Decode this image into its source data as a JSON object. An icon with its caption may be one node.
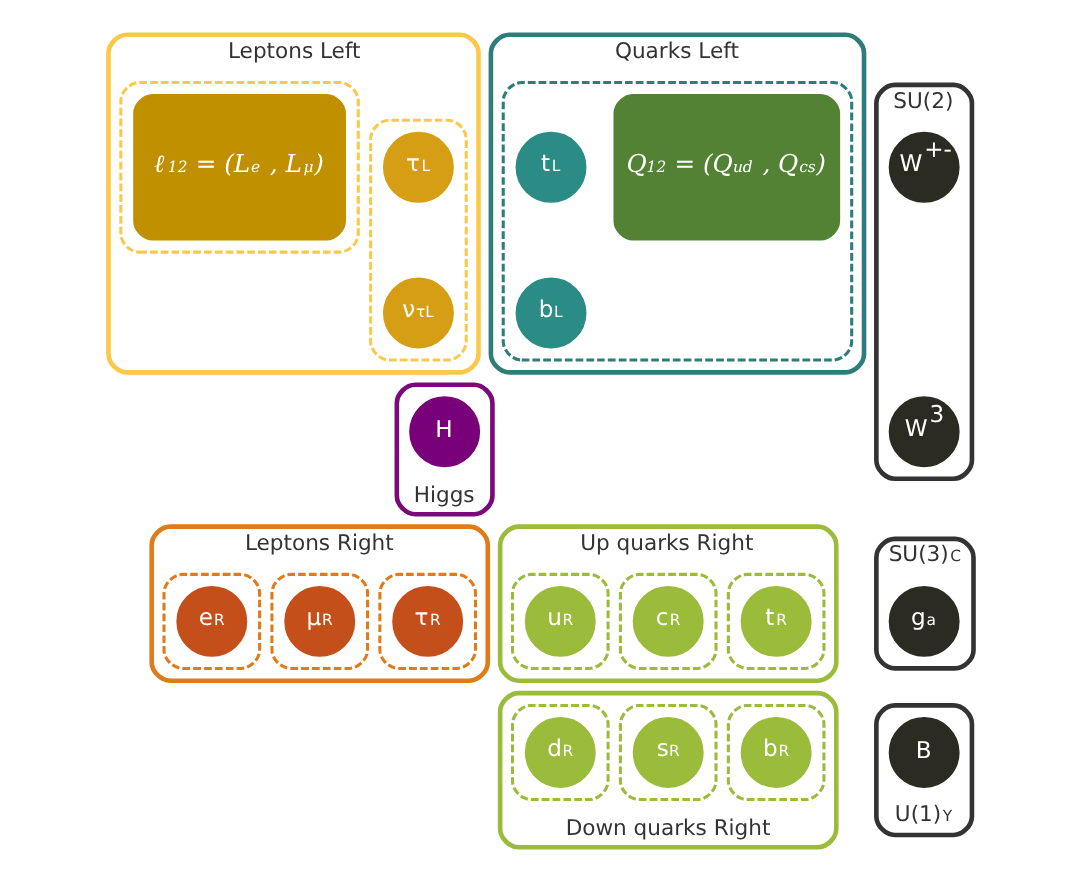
{
  "diagram": {
    "nodes": [
      {
        "text": [
          "Leptons Left"
        ]
      },
      {
        "text": [],
        "shape": "box",
        "in": 0
      },
      {
        "text": [
          "τ$_{L}$"
        ],
        "in": 1
      },
      {
        "text": [
          "ν$_{τL}$"
        ],
        "in": 1
      },
      {
        "text": [],
        "shape": "box",
        "in": 0
      },
      {
        "text": [
          "ℓ$_{12}$ = (L$_{e}$ , L$_{μ}$)"
        ],
        "in": 4
      },
      {
        "text": [
          "Quarks Left"
        ]
      },
      {
        "text": [],
        "shape": "box",
        "in": 6
      },
      {
        "text": [
          "t$_{L}$"
        ],
        "in": 7
      },
      {
        "text": [
          "b$_{L}$"
        ],
        "in": 7
      },
      {
        "text": [
          "Q$_{12}$ = (Q$_{ud}$ , Q$_{cs}$)"
        ],
        "in": 7
      },
      {
        "text": [
          "SU(2)"
        ]
      },
      {
        "text": [
          "W$^{+-}$"
        ],
        "in": 11
      },
      {
        "text": [
          "W$^{3}$"
        ],
        "in": 11
      },
      {
        "text": [
          "Higgs"
        ]
      },
      {
        "text": [
          "H"
        ],
        "in": 14
      },
      {
        "text": [
          "Leptons Right"
        ]
      },
      {
        "text": [],
        "shape": "box",
        "in": 16
      },
      {
        "text": [
          "τ$_{R}$"
        ],
        "in": 17
      },
      {
        "text": [],
        "shape": "box",
        "in": 16
      },
      {
        "text": [
          "μ$_{R}$"
        ],
        "in": 19
      },
      {
        "text": [],
        "shape": "box",
        "in": 16
      },
      {
        "text": [
          "e$_{R}$"
        ],
        "in": 21
      },
      {
        "text": [
          "Up quarks Right"
        ]
      },
      {
        "text": [],
        "shape": "box",
        "in": 23
      },
      {
        "text": [
          "t$_{R}$"
        ],
        "in": 24
      },
      {
        "text": [],
        "shape": "box",
        "in": 23
      },
      {
        "text": [
          "c$_{R}$"
        ],
        "in": 26
      },
      {
        "text": [],
        "shape": "box",
        "in": 23
      },
      {
        "text": [
          "u$_{R}$"
        ],
        "in": 28
      },
      {
        "text": [
          "SU(3)$_{C}$"
        ]
      },
      {
        "text": [
          "g$_{a}$"
        ],
        "in": 30
      },
      {
        "text": [
          "Down quarks Right"
        ]
      },
      {
        "text": [],
        "shape": "box",
        "in": 32
      },
      {
        "text": [
          "b$_{R}$"
        ],
        "in": 33
      },
      {
        "text": [],
        "shape": "box",
        "in": 32
      },
      {
        "text": [
          "s$_{R}$"
        ],
        "in": 35
      },
      {
        "text": [],
        "shape": "box",
        "in": 32
      },
      {
        "text": [
          "d$_{R}$"
        ],
        "in": 37
      },
      {
        "text": [
          "U(1)$_{Y}$"
        ]
      },
      {
        "text": [
          "B"
        ],
        "in": 39
      }
    ]
  }
}
